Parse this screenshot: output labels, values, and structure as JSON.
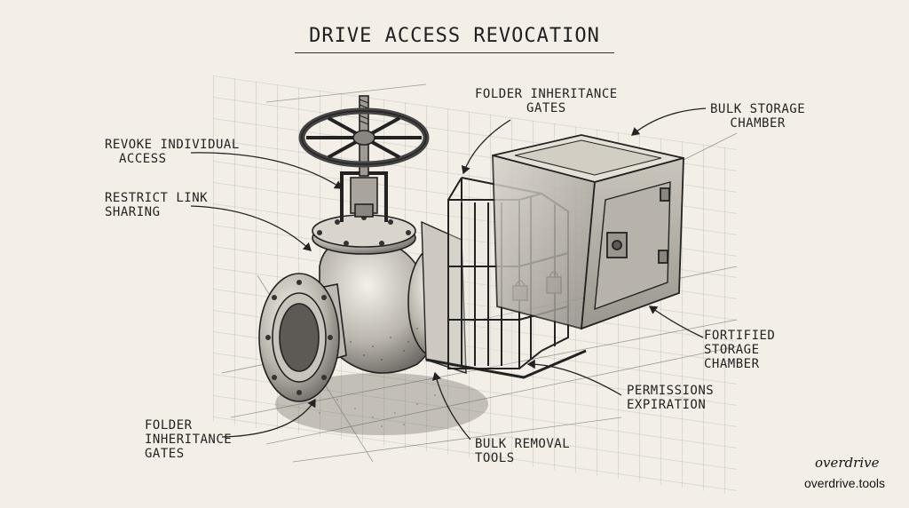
{
  "title": "DRIVE ACCESS REVOCATION",
  "labels": {
    "revoke": [
      "REVOKE INDIVIDUAL",
      "ACCESS"
    ],
    "restrict": [
      "RESTRICT LINK",
      "SHARING"
    ],
    "folder_top": [
      "FOLDER INHERITANCE",
      "GATES"
    ],
    "bulk_storage": [
      "BULK STORAGE",
      "CHAMBER"
    ],
    "fortified": [
      "FORTIFIED",
      "STORAGE",
      "CHAMBER"
    ],
    "permissions": [
      "PERMISSIONS",
      "EXPIRATION"
    ],
    "bulk_removal": [
      "BULK REMOVAL",
      "TOOLS"
    ],
    "folder_bottom": [
      "FOLDER",
      "INHERITANCE",
      "GATES"
    ]
  },
  "brand": {
    "signature": "overdrive",
    "url": "overdrive.tools"
  },
  "colors": {
    "paper": "#f3efe6",
    "ink": "#2a2a2a",
    "grid": "#7882a0"
  }
}
